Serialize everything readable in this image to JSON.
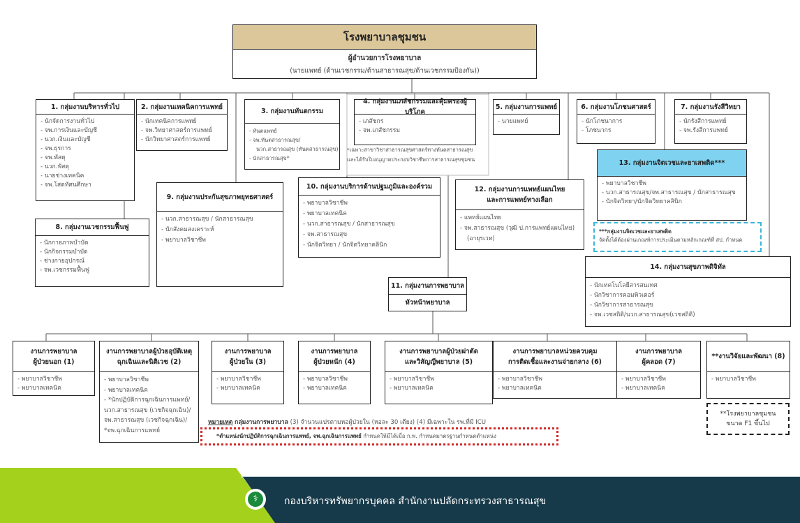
{
  "top": {
    "title": "โรงพยาบาลชุมชน",
    "director": "ผู้อำนวยการโรงพยาบาล",
    "director_note": "(นายแพทย์ (ด้านเวชกรรม/ด้านสาธารณสุข/ด้านเวชกรรมป้องกัน))"
  },
  "groups": {
    "g1": {
      "title": [
        "1. กลุ่มงานบริหารทั่วไป"
      ],
      "items": [
        "- นักจัดการงานทั่วไป",
        "- จพ.การเงินและบัญชี",
        "- นวก.เงินและบัญชี",
        "- จพ.ธุรการ",
        "- จพ.พัสดุ",
        "- นวก.พัสดุ",
        "- นายช่างเทคนิค",
        "- จพ.โสตทัศนศึกษา"
      ]
    },
    "g2": {
      "title": [
        "2. กลุ่มงานเทคนิคการแพทย์"
      ],
      "items": [
        "- นักเทคนิคการแพทย์",
        "- จพ.วิทยาศาสตร์การแพทย์",
        "- นักวิทยาศาสตร์การแพทย์"
      ]
    },
    "g3": {
      "title": [
        "3. กลุ่มงานทันตกรรม"
      ],
      "items": [
        "- ทันตแพทย์",
        "- จพ.ทันตสาธารณสุข/",
        "  นวก.สาธารณสุข (ทันตสาธารณสุข)",
        "- นักสาธารณสุข*"
      ]
    },
    "g4": {
      "title": [
        "4. กลุ่มงานเภสัชกรรมและคุ้มครองผู้บริโภค"
      ],
      "items": [
        "- เภสัชกร",
        "- จพ.เภสัชกรรม"
      ]
    },
    "g5": {
      "title": [
        "5. กลุ่มงานการแพทย์"
      ],
      "items": [
        "- นายแพทย์"
      ]
    },
    "g6": {
      "title": [
        "6. กลุ่มงานโภชนศาสตร์"
      ],
      "items": [
        "- นักโภชนาการ",
        "- โภชนากร"
      ]
    },
    "g7": {
      "title": [
        "7. กลุ่มงานรังสีวิทยา"
      ],
      "items": [
        "- นักรังสีการแพทย์",
        "- จพ.รังสีการแพทย์"
      ]
    },
    "g8": {
      "title": [
        "8. กลุ่มงานเวชกรรมฟื้นฟู"
      ],
      "items": [
        "- นักกายภาพบำบัด",
        "- นักกิจกรรมบำบัด",
        "- ช่างกายอุปกรณ์",
        "- จพ.เวชกรรมฟื้นฟู"
      ]
    },
    "g9": {
      "title": [
        "9. กลุ่มงานประกันสุขภาพยุทธศาสตร์"
      ],
      "items": [
        "- นวก.สาธารณสุข / นักสาธารณสุข",
        "- นักสังคมสงเคราะห์",
        "- พยาบาลวิชาชีพ"
      ]
    },
    "g10": {
      "title": [
        "10. กลุ่มงานบริการด้านปฐมภูมิและองค์รวม"
      ],
      "items": [
        "- พยาบาลวิชาชีพ",
        "- พยาบาลเทคนิค",
        "- นวก.สาธารณสุข / นักสาธารณสุข",
        "- จพ.สาธารณสุข",
        "- นักจิตวิทยา / นักจิตวิทยาคลินิก"
      ]
    },
    "g11": {
      "title": [
        "11. กลุ่มงานการพยาบาล"
      ],
      "items": [
        "หัวหน้าพยาบาล"
      ]
    },
    "g12": {
      "title": [
        "12. กลุ่มงานการแพทย์แผนไทย",
        "และการแพทย์ทางเลือก"
      ],
      "items": [
        "- แพทย์แผนไทย",
        "- จพ.สาธารณสุข (วุฒิ ป.การแพทย์แผนไทย)",
        "  (อายุรเวท)"
      ]
    },
    "g13": {
      "title": [
        "13. กลุ่มงานจิตเวชและยาเสพติด***"
      ],
      "items": [
        "- พยาบาลวิชาชีพ",
        "- นวก.สาธารณสุข/จพ.สาธารณสุข / นักสาธารณสุข",
        "- นักจิตวิทยา/นักจิตวิทยาคลินิก"
      ]
    },
    "g14": {
      "title": [
        "14. กลุ่มงานสุขภาพดิจิทัล"
      ],
      "items": [
        "- นักเทคโนโลยีสารสนเทศ",
        "- นักวิชาการคอมพิวเตอร์",
        "- นักวิชาการสาธารณสุข",
        "- จพ.เวชสถิติ/นวก.สาธารณสุข(เวชสถิติ)"
      ]
    },
    "n1": {
      "title": [
        "งานการพยาบาล",
        "ผู้ป่วยนอก (1)"
      ],
      "items": [
        "- พยาบาลวิชาชีพ",
        "- พยาบาลเทคนิค"
      ]
    },
    "n2": {
      "title": [
        "งานการพยาบาลผู้ป่วยอุบัติเหตุ",
        "ฉุกเฉินและนิติเวช (2)"
      ],
      "items": [
        "- พยาบาลวิชาชีพ",
        "- พยาบาลเทคนิค",
        "-   *นักปฏิบัติการฉุกเฉินการแพทย์/",
        "นวก.สาธารณสุข (เวชกิจฉุกเฉิน)/",
        "จพ.สาธารณสุข (เวชกิจฉุกเฉิน)/",
        "*จพ.ฉุกเฉินการแพทย์"
      ]
    },
    "n3": {
      "title": [
        "งานการพยาบาล",
        "ผู้ป่วยใน (3)"
      ],
      "items": [
        "- พยาบาลวิชาชีพ",
        "- พยาบาลเทคนิค"
      ]
    },
    "n4": {
      "title": [
        "งานการพยาบาล",
        "ผู้ป่วยหนัก (4)"
      ],
      "items": [
        "- พยาบาลวิชาชีพ",
        "- พยาบาลเทคนิค"
      ]
    },
    "n5": {
      "title": [
        "งานการพยาบาลผู้ป่วยผ่าตัด",
        "และวิสัญญีพยาบาล (5)"
      ],
      "items": [
        "- พยาบาลวิชาชีพ",
        "- พยาบาลเทคนิค"
      ]
    },
    "n6": {
      "title": [
        "งานการพยาบาลหน่วยควบคุม",
        "การติดเชื้อและงานจ่ายกลาง (6)"
      ],
      "items": [
        "- พยาบาลวิชาชีพ",
        "- พยาบาลเทคนิค"
      ]
    },
    "n7": {
      "title": [
        "งานการพยาบาล",
        "ผู้คลอด (7)"
      ],
      "items": [
        "- พยาบาลวิชาชีพ",
        "- พยาบาลเทคนิค"
      ]
    },
    "n8": {
      "title": [
        "**งานวิจัยและพัฒนา (8)"
      ],
      "items": [
        "- พยาบาลวิชาชีพ"
      ]
    }
  },
  "notes": {
    "pharmacy_note": [
      "*เฉพาะสาขาวิชาสาธารณสุขศาสตร์ทางทันตสาธารณสุข",
      "และได้รับใบอนุญาตประกอบวิชาชีพการสาธารณสุขชุมชน"
    ],
    "psych_note_title": "***กลุ่มงานจิตเวชและยาเสพติด",
    "psych_note_text": "จัดตั้งได้ต้องผ่านเกณฑ์การประเมินตามหลักเกณฑ์ที่ สป. กำหนด",
    "f1_note": [
      "**โรงพยาบาลชุมชน",
      "ขนาด F1 ขึ้นไป"
    ],
    "remark_label": "หมายเหตุ",
    "remark_group": "กลุ่มงานการพยาบาล",
    "remark_text": "(3) จำนวนแปรตามหอผู้ป่วยใน (หอละ 30 เตียง)  (4) มีเฉพาะใน รพ.ที่มี ICU",
    "red_bold": "*ตำแหน่งนักปฏิบัติการฉุกเฉินการแพทย์, จพ.ฉุกเฉินการแพทย์",
    "red_text": "กำหนดให้มีได้เมื่อ ก.พ. กำหนดมาตรฐานกำหนดตำแหน่ง"
  },
  "footer": {
    "org": "กองบริหารทรัพยากรบุคคล สำนักงานปลัดกระทรวงสาธารณสุข",
    "logo_icon": "moph-seal-icon"
  },
  "colors": {
    "top_header": "#dcc79b",
    "group13_header": "#7fd3f0",
    "footer_green": "#a3d11c",
    "footer_dark": "#173a4a"
  }
}
